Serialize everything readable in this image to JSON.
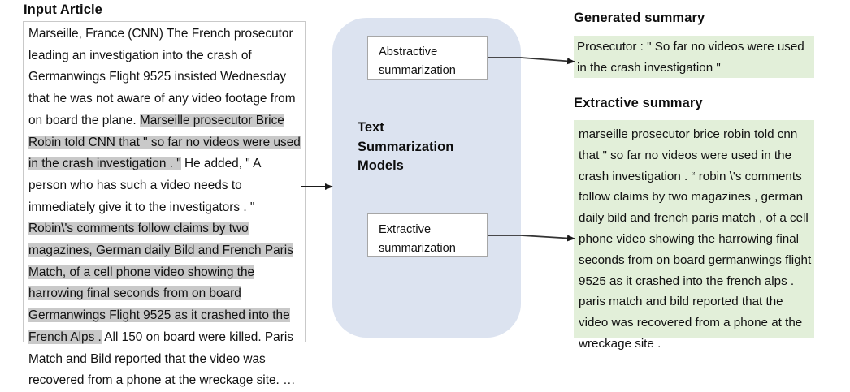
{
  "input": {
    "heading": "Input Article",
    "segments": [
      {
        "text": "Marseille, France (CNN) The French prosecutor leading an investigation into the crash of Germanwings Flight 9525 insisted Wednesday that he was not aware of any video footage from on board the plane. ",
        "highlight": false
      },
      {
        "text": "Marseille prosecutor Brice Robin told CNN that \" so far no videos were used in the crash investigation . \"",
        "highlight": true
      },
      {
        "text": " He added, \" A person who has such a video needs to immediately give it to the investigators . \" ",
        "highlight": false
      },
      {
        "text": "Robin\\'s comments follow claims by two magazines, German daily Bild and French Paris Match, of a cell phone video showing the harrowing final seconds from on board Germanwings Flight 9525 as it crashed into the French Alps .",
        "highlight": true
      },
      {
        "text": " All 150 on board were killed. Paris Match and Bild reported that the video was recovered from a phone at the wreckage site. …",
        "highlight": false
      }
    ]
  },
  "models": {
    "title": "Text\nSummarization\nModels",
    "title_lines": [
      "Text",
      "Summarization",
      "Models"
    ],
    "abstractive_label": "Abstractive summarization",
    "extractive_label": "Extractive summarization",
    "container_color": "#dce3f0"
  },
  "generated_summary": {
    "heading": "Generated summary",
    "text": "Prosecutor : \" So far no videos were used in the crash investigation \"",
    "background_color": "#e2efd9"
  },
  "extractive_summary": {
    "heading": "Extractive summary",
    "text": "marseille prosecutor brice robin told cnn that \" so far no videos were used in the crash investigation . “ robin \\'s comments follow claims by two magazines , german daily bild and french paris match , of a cell phone video showing the harrowing final seconds from on board germanwings flight 9525 as it crashed into the french alps . paris match and bild reported that the video was recovered from a phone at the wreckage site .",
    "background_color": "#e2efd9"
  },
  "arrows": {
    "input_to_models": "arrow-right",
    "abstractive_to_generated": "arrow-right",
    "extractive_to_extractive_summary": "arrow-right",
    "color": "#1a1a1a"
  }
}
